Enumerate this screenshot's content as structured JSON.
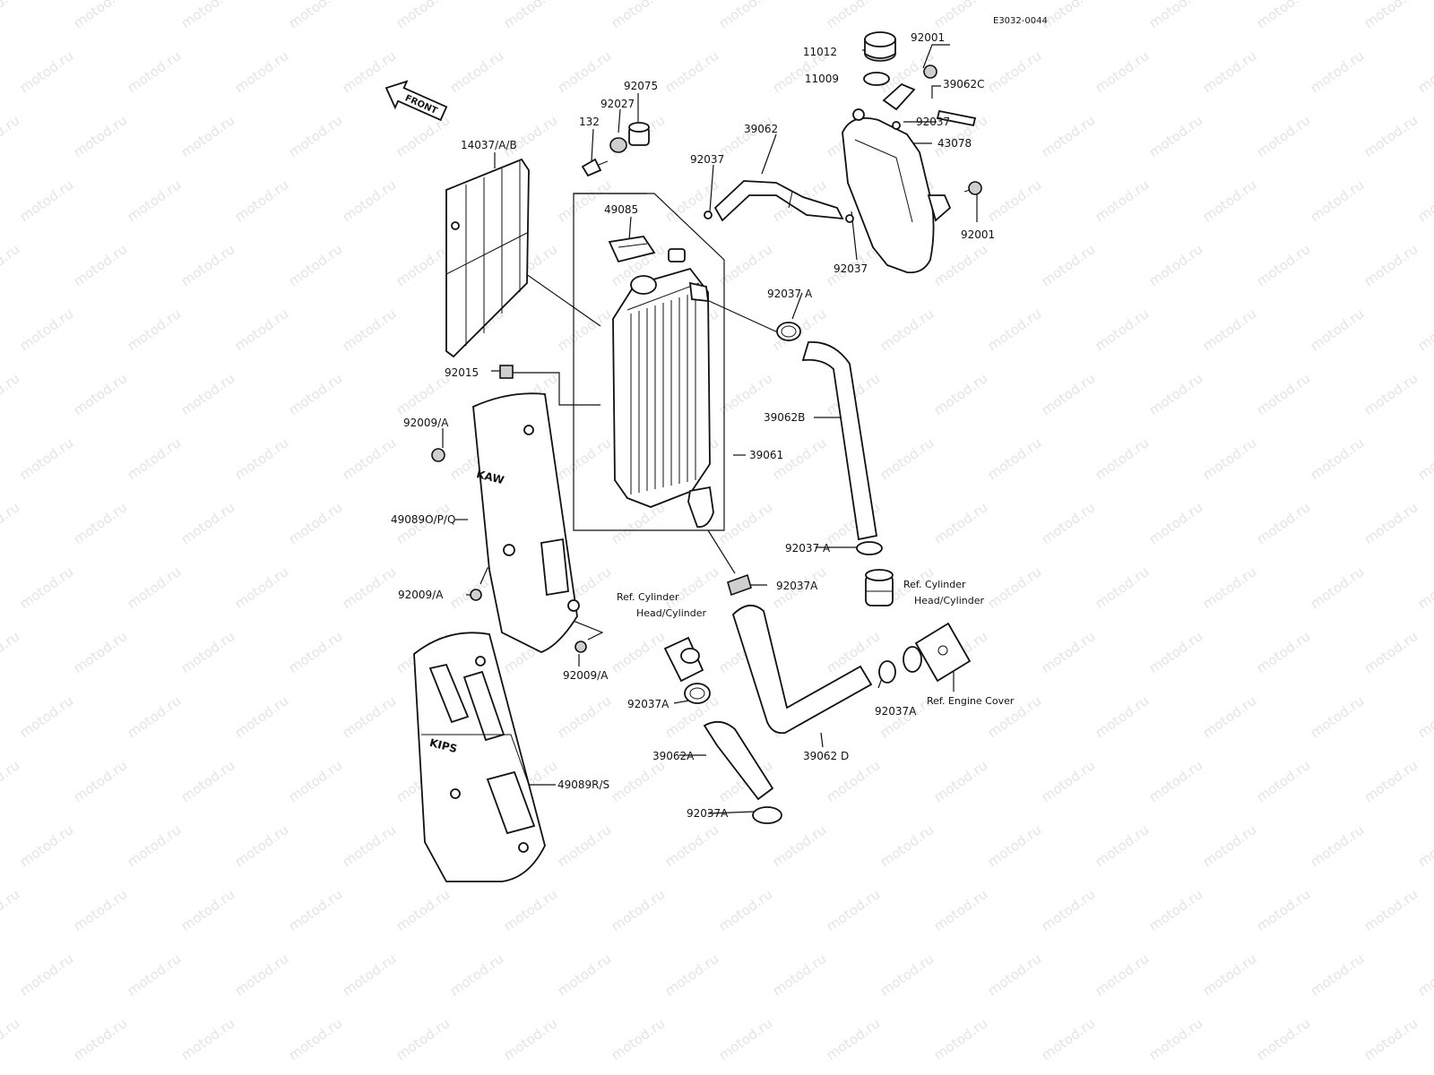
{
  "diagram_code": "E3032-0044",
  "front_label": "FRONT",
  "watermark": "motod.ru",
  "decal_text_upper": "KAW",
  "decal_text_lower": "KIPS",
  "parts": {
    "p11012": "11012",
    "p92001_top": "92001",
    "p11009": "11009",
    "p39062C": "39062C",
    "p92037_tank": "92037",
    "p43078": "43078",
    "p92001_right": "92001",
    "p92037_lower": "92037",
    "p92075": "92075",
    "p92027": "92027",
    "p132": "132",
    "p39062": "39062",
    "p92037_upper": "92037",
    "p14037": "14037/A/B",
    "p49085": "49085",
    "p92037A_1": "92037 A",
    "p92015": "92015",
    "p92009A_1": "92009/A",
    "p39062B": "39062B",
    "p39061": "39061",
    "p49089OPQ": "49089O/P/Q",
    "p92037A_2": "92037 A",
    "p92037A_3": "92037A",
    "p92009A_2": "92009/A",
    "p92009A_3": "92009/A",
    "p92037A_4": "92037A",
    "p92037A_5": "92037A",
    "p39062A": "39062A",
    "p39062D": "39062 D",
    "p92037A_6": "92037A",
    "p49089RS": "49089R/S"
  },
  "refs": {
    "cyl_right_1": "Ref. Cylinder",
    "cyl_right_2": "Head/Cylinder",
    "cyl_left_1": "Ref. Cylinder",
    "cyl_left_2": "Head/Cylinder",
    "engine_cover": "Ref. Engine Cover"
  }
}
